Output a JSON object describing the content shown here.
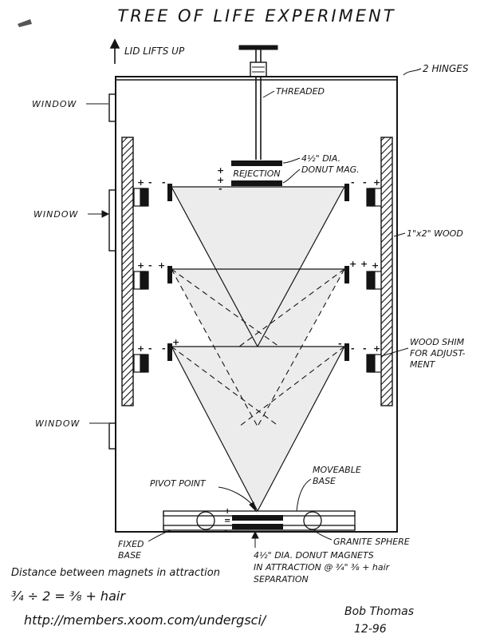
{
  "title": "TREE OF LIFE EXPERIMENT",
  "labels": {
    "lid": "LID LIFTS UP",
    "hinges": "2 HINGES",
    "threaded": "THREADED",
    "window1": "WINDOW",
    "window2": "WINDOW",
    "window3": "WINDOW",
    "donut_top_1": "4½\" DIA.",
    "donut_top_2": "DONUT MAG.",
    "rejection": "REJECTION",
    "wood": "1\"x2\" WOOD",
    "shim_1": "WOOD SHIM",
    "shim_2": "FOR ADJUST-",
    "shim_3": "MENT",
    "moveable_1": "MOVEABLE",
    "moveable_2": "BASE",
    "pivot": "PIVOT POINT",
    "fixed_1": "FIXED",
    "fixed_2": "BASE",
    "granite": "GRANITE SPHERE",
    "donut_bottom_1": "4½\" DIA. DONUT MAGNETS",
    "donut_bottom_2": "IN ATTRACTION @ ¾\" ⅜ + hair",
    "donut_bottom_3": "SEPARATION"
  },
  "notes": {
    "distance": "Distance between magnets in attraction",
    "formula": "¾ ÷ 2 = ⅜ + hair",
    "url": "http://members.xoom.com/undergsci/",
    "author": "Bob Thomas",
    "date": "12-96"
  },
  "colors": {
    "ink": "#141414",
    "paper": "#ffffff",
    "shade": "#ececec"
  }
}
